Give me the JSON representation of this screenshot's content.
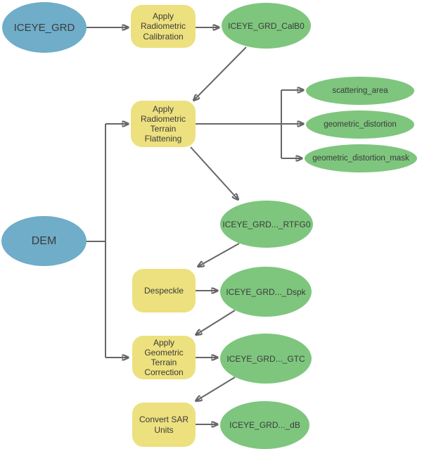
{
  "colors": {
    "input_node": "#6FADC9",
    "tool_node": "#EDE07E",
    "output_node": "#7EC67D",
    "connector": "#666666",
    "text": "#3B3B3B",
    "background": "#FFFFFF"
  },
  "nodes": {
    "iceye_grd": {
      "label": "ICEYE_GRD",
      "type": "input"
    },
    "apply_radiometric_calibration": {
      "label": "Apply Radiometric Calibration",
      "type": "tool"
    },
    "iceye_grd_calb0": {
      "label": "ICEYE_GRD_CalB0",
      "type": "output"
    },
    "apply_radiometric_terrain_flattening": {
      "label": "Apply Radiometric Terrain Flattening",
      "type": "tool"
    },
    "scattering_area": {
      "label": "scattering_area",
      "type": "output"
    },
    "geometric_distortion": {
      "label": "geometric_distortion",
      "type": "output"
    },
    "geometric_distortion_mask": {
      "label": "geometric_distortion_mask",
      "type": "output"
    },
    "iceye_grd_rtfg0": {
      "label": "ICEYE_GRD..._RTFG0",
      "type": "output"
    },
    "dem": {
      "label": "DEM",
      "type": "input"
    },
    "despeckle": {
      "label": "Despeckle",
      "type": "tool"
    },
    "iceye_grd_dspk": {
      "label": "ICEYE_GRD..._Dspk",
      "type": "output"
    },
    "apply_geometric_terrain_correction": {
      "label": "Apply Geometric Terrain Correction",
      "type": "tool"
    },
    "iceye_grd_gtc": {
      "label": "ICEYE_GRD..._GTC",
      "type": "output"
    },
    "convert_sar_units": {
      "label": "Convert SAR Units",
      "type": "tool"
    },
    "iceye_grd_db": {
      "label": "ICEYE_GRD..._dB",
      "type": "output"
    }
  }
}
